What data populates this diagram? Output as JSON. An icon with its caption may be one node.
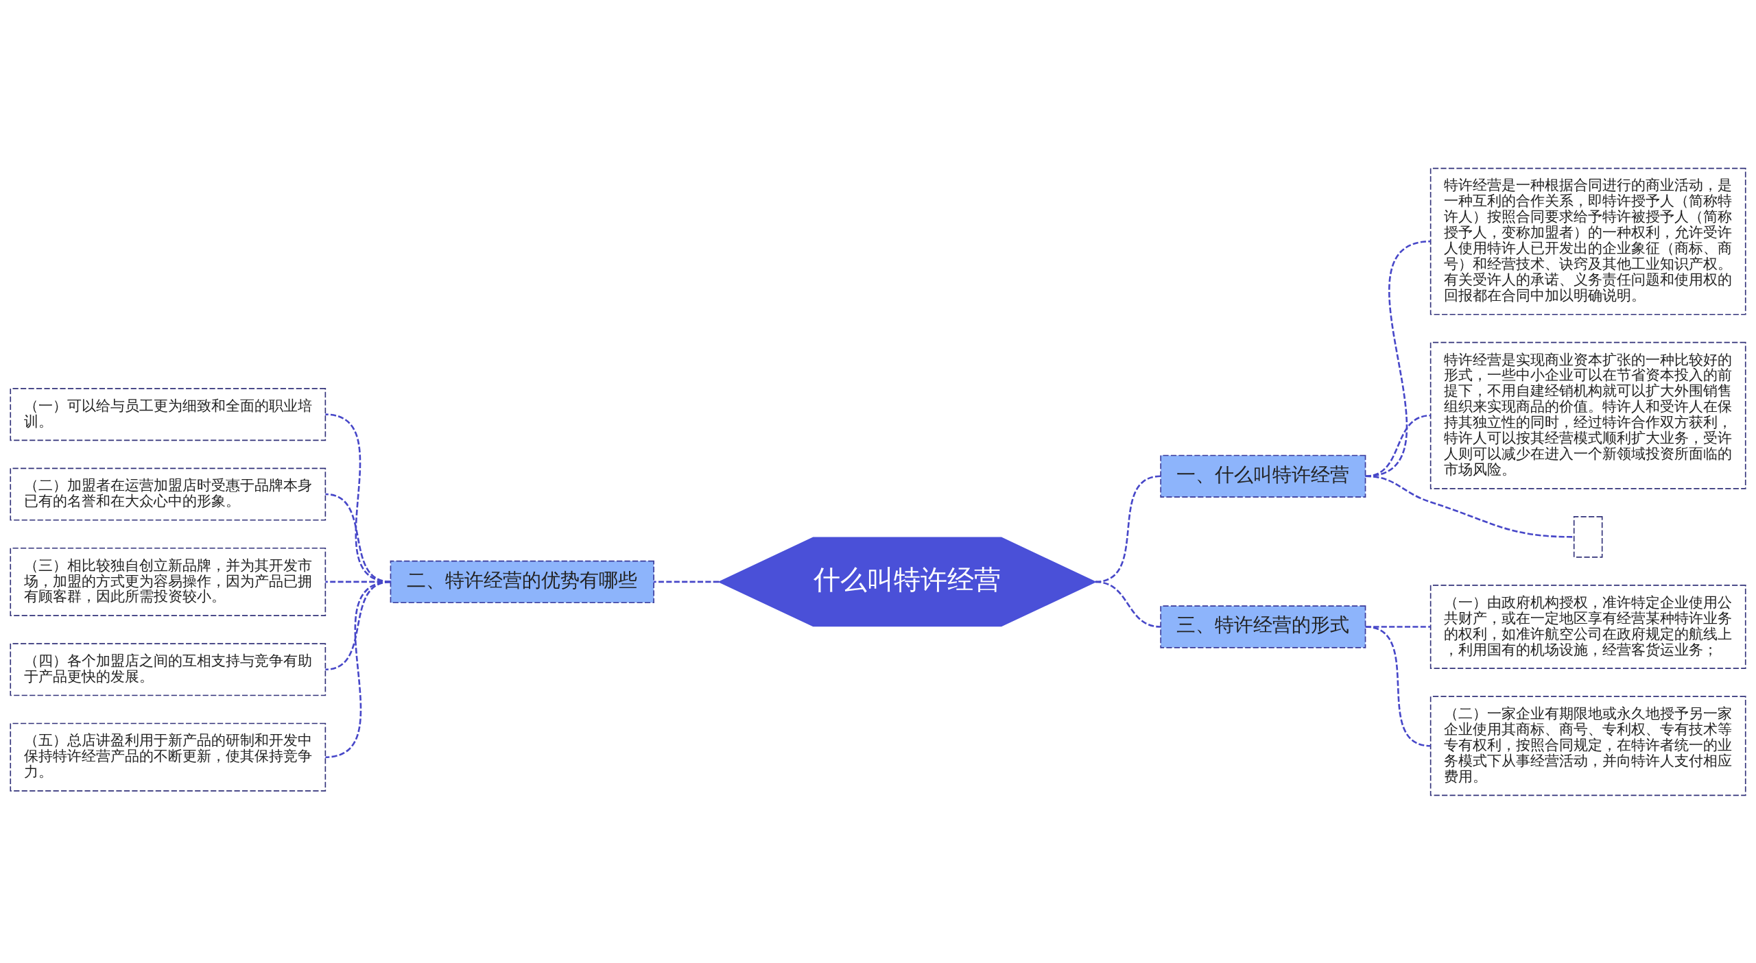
{
  "diagram": {
    "nodes": [
      {
        "text": [
          "什么叫特许经营"
        ]
      },
      {
        "text": [
          "一、什么叫特许经营"
        ]
      },
      {
        "text": [
          "特许经营是一种根据合同进行的商业活动，是一种互利的合作关系，即特许授予人（简称特许人）按照合同要求给予特许被授予人（简称授予人，变称加盟者）的一种权利，允许受许人使用特许人已开发出的企业象征（商标、商号）和经营技术、诀窍及其他工业知识产权。有关受许人的承诺、义务责任问题和使用权的回报都在合同中加以明确说明。"
        ]
      },
      {
        "text": [
          "特许经营是实现商业资本扩张的一种比较好的形式，一些中小企业可以在节省资本投入的前提下，不用自建经销机构就可以扩大外围销售组织来实现商品的价值。特许人和受许人在保持其独立性的同时，经过特许合作双方获利，特许人可以按其经营模式顺利扩大业务，受许人则可以减少在进入一个新领域投资所面临的市场风险。"
        ]
      },
      {
        "text": [],
        "shape": "box"
      },
      {
        "text": [
          "三、特许经营的形式"
        ]
      },
      {
        "text": [
          "（一）由政府机构授权，准许特定企业使用公共财产，或在一定地区享有经营某种特许业务的权利，如准许航空公司在政府规定的航线上，利用国有的机场设施，经营客货运业务；"
        ]
      },
      {
        "text": [
          "（二）一家企业有期限地或永久地授予另一家企业使用其商标、商号、专利权、专有技术等专有权利，按照合同规定，在特许者统一的业务模式下从事经营活动，并向特许人支付相应费用。"
        ]
      },
      {
        "text": [
          "二、特许经营的优势有哪些"
        ]
      },
      {
        "text": [
          "（一）可以给与员工更为细致和全面的职业培训。"
        ]
      },
      {
        "text": [
          "（二）加盟者在运营加盟店时受惠于品牌本身已有的名誉和在大众心中的形象。"
        ]
      },
      {
        "text": [
          "（三）相比较独自创立新品牌，并为其开发市场，加盟的方式更为容易操作，因为产品已拥有顾客群，因此所需投资较小。"
        ]
      },
      {
        "text": [
          "（四）各个加盟店之间的互相支持与竞争有助于产品更快的发展。"
        ]
      },
      {
        "text": [
          "（五）总店讲盈利用于新产品的研制和开发中保持特许经营产品的不断更新，使其保持竞争力。"
        ]
      }
    ],
    "edges": [
      {
        "from": 0,
        "to": 1,
        "arrow": "none",
        "style": "dashed"
      },
      {
        "from": 1,
        "to": 2,
        "arrow": "none",
        "style": "dashed"
      },
      {
        "from": 1,
        "to": 3,
        "arrow": "none",
        "style": "dashed"
      },
      {
        "from": 1,
        "to": 4,
        "arrow": "none",
        "style": "dashed"
      },
      {
        "from": 0,
        "to": 5,
        "arrow": "none",
        "style": "dashed"
      },
      {
        "from": 5,
        "to": 6,
        "arrow": "none",
        "style": "dashed"
      },
      {
        "from": 5,
        "to": 7,
        "arrow": "none",
        "style": "dashed"
      },
      {
        "from": 0,
        "to": 8,
        "arrow": "none",
        "style": "dashed"
      },
      {
        "from": 8,
        "to": 9,
        "arrow": "none",
        "style": "dashed"
      },
      {
        "from": 8,
        "to": 10,
        "arrow": "none",
        "style": "dashed"
      },
      {
        "from": 8,
        "to": 11,
        "arrow": "none",
        "style": "dashed"
      },
      {
        "from": 8,
        "to": 12,
        "arrow": "none",
        "style": "dashed"
      },
      {
        "from": 8,
        "to": 13,
        "arrow": "none",
        "style": "dashed"
      }
    ]
  }
}
